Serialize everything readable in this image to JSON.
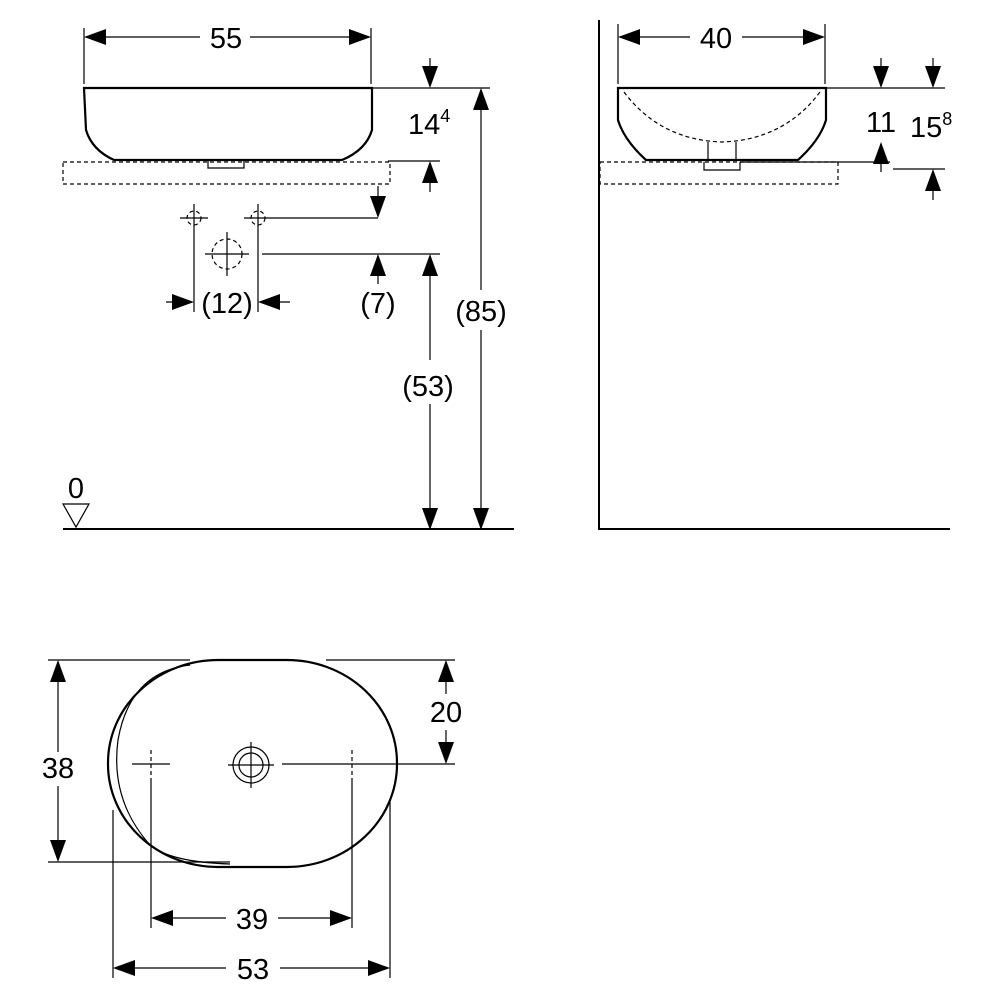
{
  "front_view": {
    "width": "55",
    "rim_height_main": "14",
    "rim_height_sup": "4",
    "tap_spacing": "(12)",
    "waste_offset": "(7)",
    "waste_height": "(53)",
    "total_height": "(85)",
    "floor_level": "0"
  },
  "side_view": {
    "depth": "40",
    "bowl_depth": "11",
    "total_depth_main": "15",
    "total_depth_sup": "8"
  },
  "top_view": {
    "depth": "38",
    "waste_offset": "20",
    "tap_spacing": "39",
    "width": "53"
  }
}
